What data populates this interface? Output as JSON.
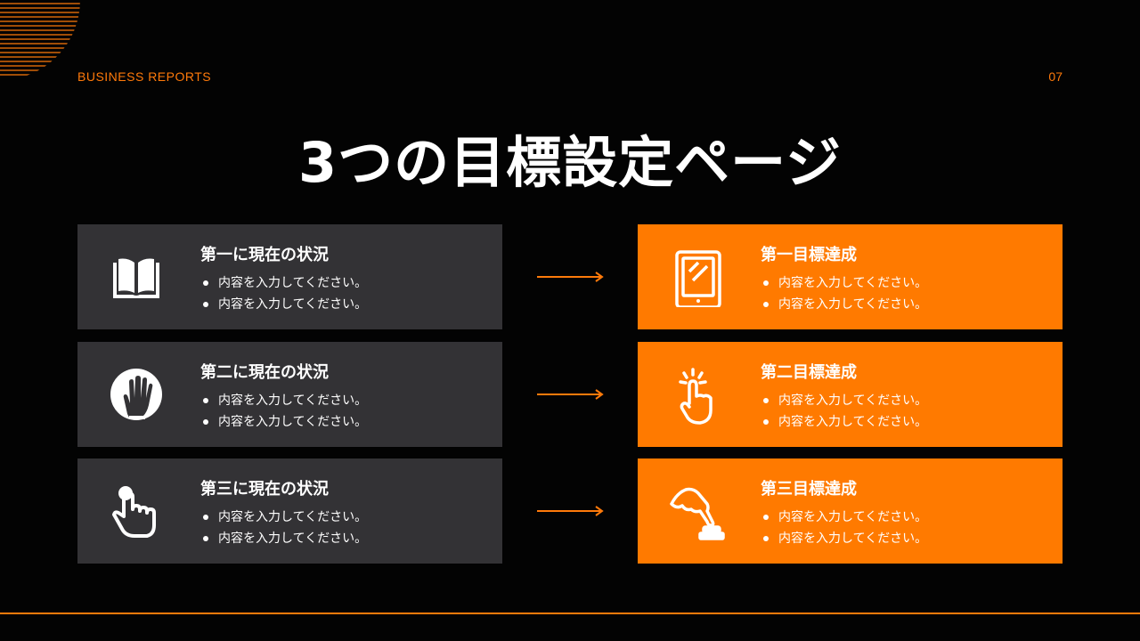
{
  "header": {
    "brand": "BUSINESS REPORTS",
    "page_number": "07"
  },
  "title": "3つの目標設定ページ",
  "current": [
    {
      "heading": "第一に現在の状況",
      "icon": "book-icon",
      "bullets": [
        "内容を入力してください。",
        "内容を入力してください。"
      ]
    },
    {
      "heading": "第二に現在の状況",
      "icon": "hand-icon",
      "bullets": [
        "内容を入力してください。",
        "内容を入力してください。"
      ]
    },
    {
      "heading": "第三に現在の状況",
      "icon": "tap-hand-icon",
      "bullets": [
        "内容を入力してください。",
        "内容を入力してください。"
      ]
    }
  ],
  "goals": [
    {
      "heading": "第一目標達成",
      "icon": "tablet-icon",
      "bullets": [
        "内容を入力してください。",
        "内容を入力してください。"
      ]
    },
    {
      "heading": "第二目標達成",
      "icon": "finger-click-icon",
      "bullets": [
        "内容を入力してください。",
        "内容を入力してください。"
      ]
    },
    {
      "heading": "第三目標達成",
      "icon": "press-button-icon",
      "bullets": [
        "内容を入力してください。",
        "内容を入力してください。"
      ]
    }
  ],
  "colors": {
    "accent": "#ff7a00",
    "card_dark": "#333235",
    "background": "#030303",
    "text": "#ffffff"
  }
}
